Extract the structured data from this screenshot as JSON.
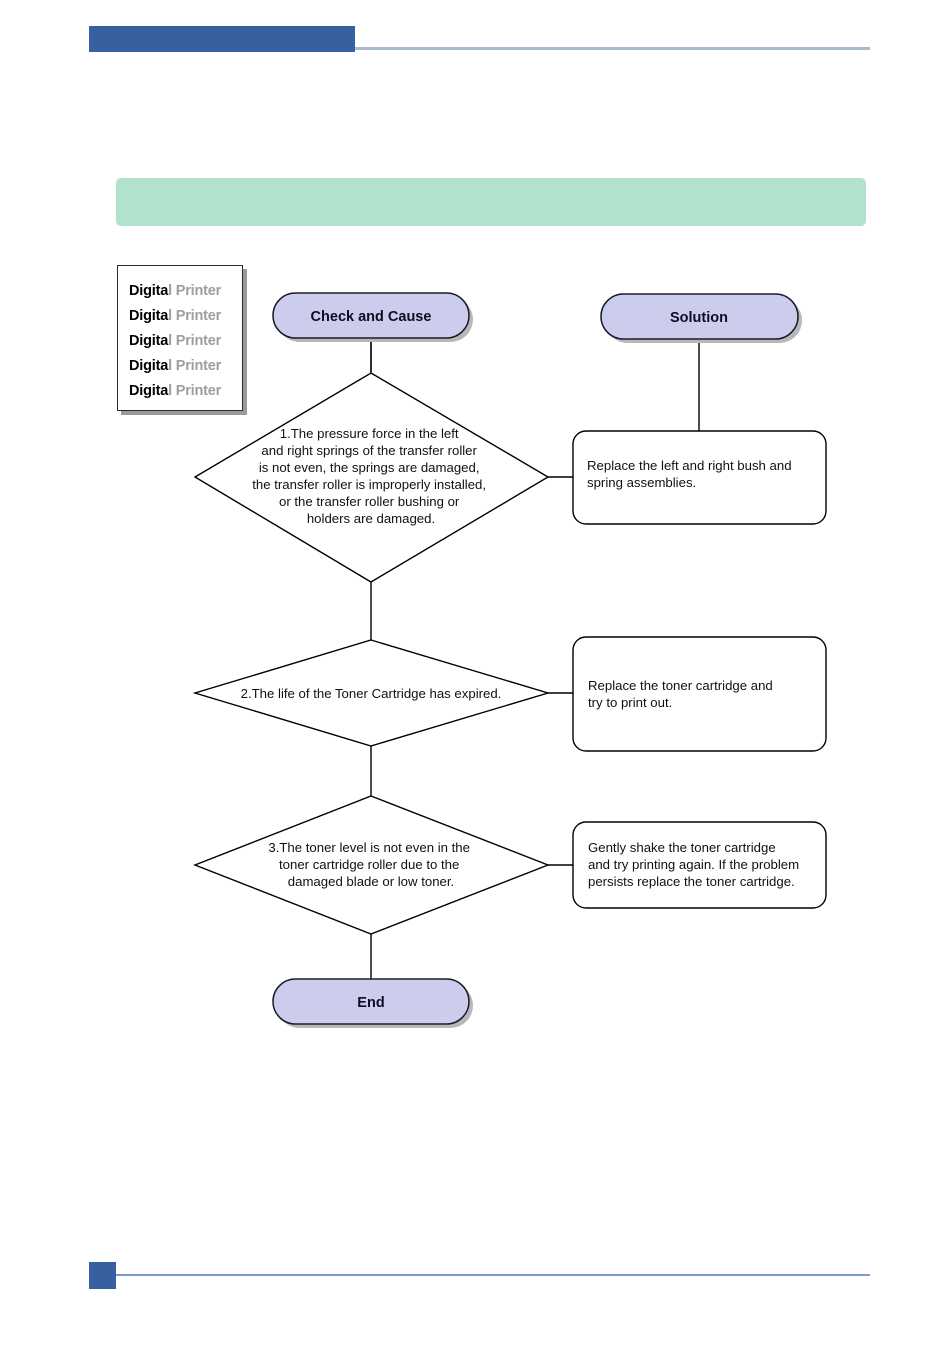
{
  "page": {
    "header_bar_color": "#36609F",
    "header_rule_color": "#A8B9D6",
    "footer_square_color": "#36609F",
    "footer_rule_color": "#7D9AC4",
    "banner_color": "#B1E2CE",
    "banner_title": "",
    "node_fill_color": "#CCCCEC"
  },
  "sample_print": {
    "repeat_count": 5,
    "dark_text": "Digita",
    "faded_text": "l Printer",
    "lines": [
      {
        "dark": "Digita",
        "faded": "l Printer"
      },
      {
        "dark": "Digita",
        "faded": "l Printer"
      },
      {
        "dark": "Digita",
        "faded": "l Printer"
      },
      {
        "dark": "Digita",
        "faded": "l Printer"
      },
      {
        "dark": "Digita",
        "faded": "l Printer"
      }
    ]
  },
  "flowchart": {
    "headers": {
      "check": "Check and Cause",
      "solution": "Solution"
    },
    "end_label": "End",
    "rows": [
      {
        "cause_lines": [
          "1.The pressure force in the left",
          "and right springs of the transfer roller",
          "is not even,  the springs are damaged,",
          "the transfer roller is improperly installed,",
          "or the transfer roller bushing or",
          "holders are damaged."
        ],
        "solution_lines": [
          "Replace the left and right bush and",
          "spring assemblies."
        ]
      },
      {
        "cause_lines": [
          "2.The life of the Toner Cartridge has expired."
        ],
        "solution_lines": [
          "Replace the toner cartridge and",
          " try to print out."
        ]
      },
      {
        "cause_lines": [
          "3.The toner level is not even in the",
          "toner cartridge roller due to the",
          "damaged blade or low toner."
        ],
        "solution_lines": [
          "Gently shake the toner cartridge",
          "and try printing again. If the problem",
          "persists replace the toner cartridge."
        ]
      }
    ]
  }
}
